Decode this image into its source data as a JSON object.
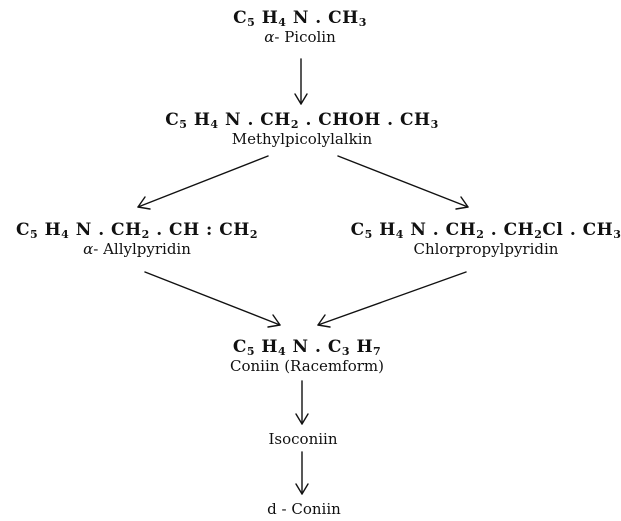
{
  "nodes": [
    {
      "id": "picolin",
      "formula": [
        [
          "C",
          ""
        ],
        [
          "5",
          ""
        ],
        [
          "H",
          ""
        ],
        [
          "4",
          ""
        ],
        [
          "N . CH",
          ""
        ],
        [
          "3",
          ""
        ]
      ],
      "parts": [
        {
          "t": "C"
        },
        {
          "s": "5"
        },
        {
          "t": " H"
        },
        {
          "s": "4"
        },
        {
          "t": " N . CH"
        },
        {
          "s": "3"
        }
      ],
      "prefix": "α",
      "name": "- Picolin"
    },
    {
      "id": "methylpicolylalkin",
      "parts": [
        {
          "t": "C"
        },
        {
          "s": "5"
        },
        {
          "t": " H"
        },
        {
          "s": "4"
        },
        {
          "t": " N . CH"
        },
        {
          "s": "2"
        },
        {
          "t": " . CHOH . CH"
        },
        {
          "s": "3"
        }
      ],
      "prefix": "",
      "name": "Methylpicolylalkin"
    },
    {
      "id": "allylpyridin",
      "parts": [
        {
          "t": "C"
        },
        {
          "s": "5"
        },
        {
          "t": " H"
        },
        {
          "s": "4"
        },
        {
          "t": " N . CH"
        },
        {
          "s": "2"
        },
        {
          "t": " . CH : CH"
        },
        {
          "s": "2"
        }
      ],
      "prefix": "α",
      "name": "- Allylpyridin"
    },
    {
      "id": "chlorpropylpyridin",
      "parts": [
        {
          "t": "C"
        },
        {
          "s": "5"
        },
        {
          "t": " H"
        },
        {
          "s": "4"
        },
        {
          "t": " N . CH"
        },
        {
          "s": "2"
        },
        {
          "t": " . CH"
        },
        {
          "s": "2"
        },
        {
          "t": "Cl . CH"
        },
        {
          "s": "3"
        }
      ],
      "prefix": "",
      "name": "Chlorpropylpyridin"
    },
    {
      "id": "coniin-racem",
      "parts": [
        {
          "t": "C"
        },
        {
          "s": "5"
        },
        {
          "t": " H"
        },
        {
          "s": "4"
        },
        {
          "t": " N . C"
        },
        {
          "s": "3"
        },
        {
          "t": " H"
        },
        {
          "s": "7"
        }
      ],
      "prefix": "",
      "name": "Coniin (Racemform)"
    },
    {
      "id": "isoconiin",
      "parts": [],
      "prefix": "",
      "name": "Isoconiin"
    },
    {
      "id": "d-coniin",
      "parts": [],
      "prefix": "",
      "name": "d - Coniin"
    }
  ]
}
